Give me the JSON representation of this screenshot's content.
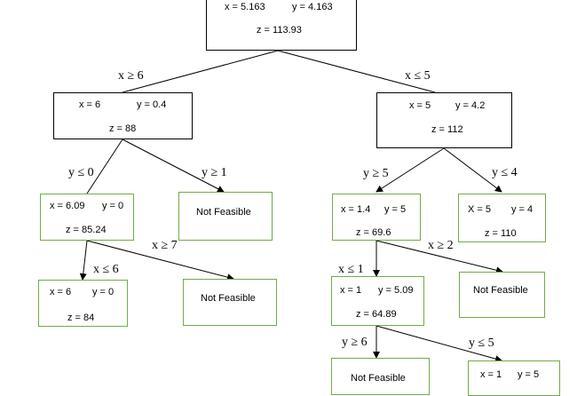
{
  "colors": {
    "edge": "#000000",
    "root_border": "#000000",
    "feasible_border": "#70ad47"
  },
  "nodes": {
    "root": {
      "x": "x = 5.163",
      "y": "y = 4.163",
      "z": "z = 113.93"
    },
    "n_left": {
      "x": "x = 6",
      "y": "y = 0.4",
      "z": "z = 88"
    },
    "n_right": {
      "x": "x = 5",
      "y": "y = 4.2",
      "z": "z = 112"
    },
    "n_ll": {
      "x": "x = 6.09",
      "y": "y = 0",
      "z": "z = 85.24"
    },
    "n_lr": {
      "text": "Not Feasible"
    },
    "n_rl": {
      "x": "x = 1.4",
      "y": "y = 5",
      "z": "z = 69.6"
    },
    "n_rr": {
      "x": "X = 5",
      "y": "y = 4",
      "z": "z = 110"
    },
    "n_lll": {
      "x": "x = 6",
      "y": "y = 0",
      "z": "z = 84"
    },
    "n_llr": {
      "text": "Not Feasible"
    },
    "n_rll": {
      "x": "x = 1",
      "y": "y = 5.09",
      "z": "z = 64.89"
    },
    "n_rlr": {
      "text": "Not Feasible"
    },
    "n_rlll": {
      "text": "Not Feasible"
    },
    "n_rllr": {
      "x": "x = 1",
      "y": "y = 5"
    }
  },
  "branches": {
    "root_left": "x ≥ 6",
    "root_right": "x ≤ 5",
    "left_left": "y ≤ 0",
    "left_right": "y ≥ 1",
    "right_left": "y ≥ 5",
    "right_right": "y ≤ 4",
    "ll_right": "x ≥ 7",
    "ll_left": "x ≤ 6",
    "rl_left": "x ≤ 1",
    "rl_right": "x ≥ 2",
    "rll_left": "y ≥ 6",
    "rll_right": "y ≤ 5"
  }
}
